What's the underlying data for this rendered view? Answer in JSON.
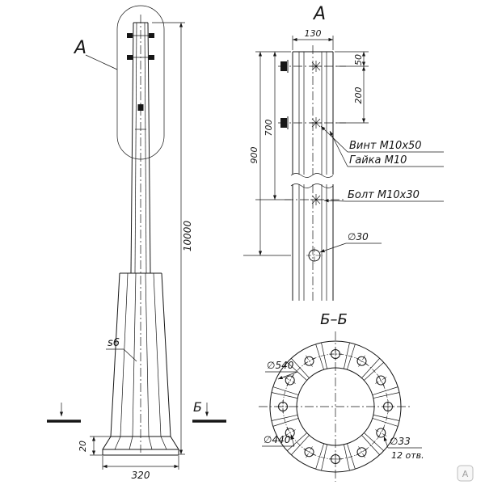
{
  "elevation": {
    "callout_label": "А",
    "height_dim": "10000",
    "wall_thickness_label": "s6",
    "section_mark": "Б",
    "plate_height_dim": "20",
    "base_width_dim": "320"
  },
  "detail_a": {
    "title": "А",
    "width_dim": "130",
    "dim_top_offset": "50",
    "dim_spacing": "200",
    "dim_bolt": "700",
    "dim_hole": "900",
    "screw_label": "Винт М10х50",
    "nut_label": "Гайка М10",
    "bolt_label": "Болт М10х30",
    "hole_label": "∅30"
  },
  "section_bb": {
    "title": "Б–Б",
    "outer_diameter": "∅540",
    "bolt_circle_diameter": "∅440",
    "hole_diameter": "∅33",
    "hole_count": "12 отв."
  },
  "watermark": {
    "letter": "А"
  }
}
